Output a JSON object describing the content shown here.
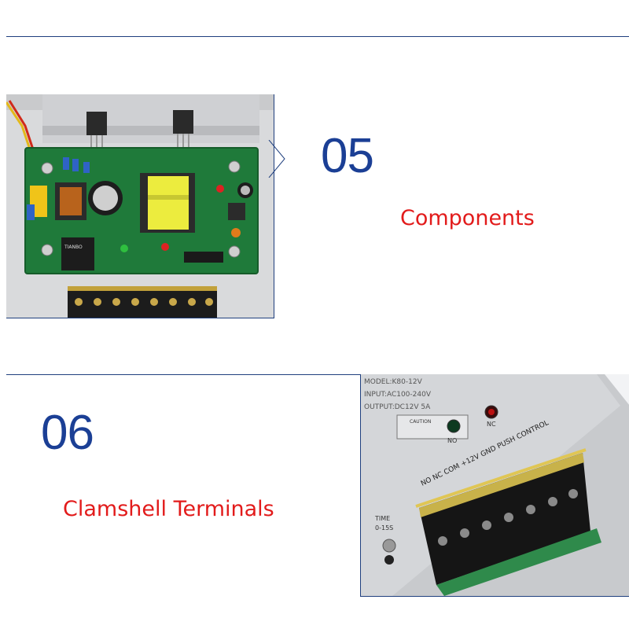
{
  "section_05": {
    "number": "05",
    "caption": "Components",
    "board_labels": {
      "relay_brand": "TIANBO"
    }
  },
  "section_06": {
    "number": "06",
    "caption": "Clamshell Terminals",
    "panel_labels": {
      "model_line": "MODEL:K80-12V",
      "input_line": "INPUT:AC100-240V",
      "output_line": "OUTPUT:DC12V 5A",
      "caution": "CAUTION",
      "no_led": "NO",
      "nc_led": "NC",
      "terminal_header": "NO  NC  COM +12V GND PUSH CONTROL",
      "time": "TIME",
      "time_range": "0-15S"
    }
  },
  "colors": {
    "accent_blue": "#1b3f95",
    "caption_red": "#e21b1b",
    "pcb_green": "#1f7a3a",
    "divider": "#1f3f7e"
  }
}
